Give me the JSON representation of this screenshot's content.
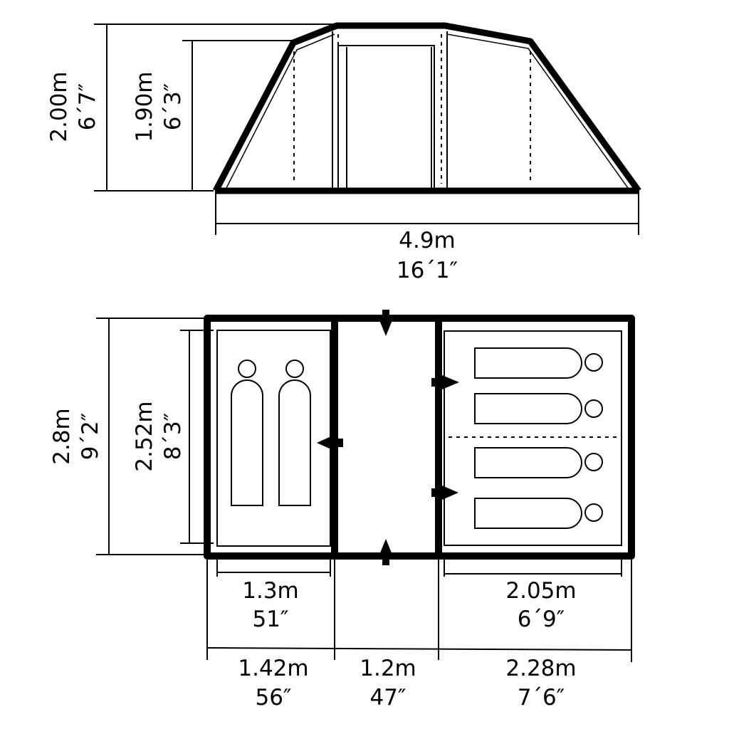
{
  "diagram": {
    "subject": "Tent dimensions",
    "side_view": {
      "overall_height": {
        "metric": "2.00m",
        "imperial": "6´7″"
      },
      "inner_height": {
        "metric": "1.90m",
        "imperial": "6´3″"
      },
      "length": {
        "metric": "4.9m",
        "imperial": "16´1″"
      }
    },
    "floor_plan": {
      "overall_width": {
        "metric": "2.8m",
        "imperial": "9´2″"
      },
      "inner_width": {
        "metric": "2.52m",
        "imperial": "8´3″"
      },
      "left_bedroom_inner": {
        "metric": "1.3m",
        "imperial": "51″"
      },
      "right_bedroom_inner": {
        "metric": "2.05m",
        "imperial": "6´9″"
      },
      "left_section": {
        "metric": "1.42m",
        "imperial": "56″"
      },
      "middle_section": {
        "metric": "1.2m",
        "imperial": "47″"
      },
      "right_section": {
        "metric": "2.28m",
        "imperial": "7´6″"
      },
      "left_bedroom_sleepers": 2,
      "right_bedroom_sleepers": 4
    },
    "colors": {
      "line": "#000000",
      "background": "#ffffff"
    }
  }
}
